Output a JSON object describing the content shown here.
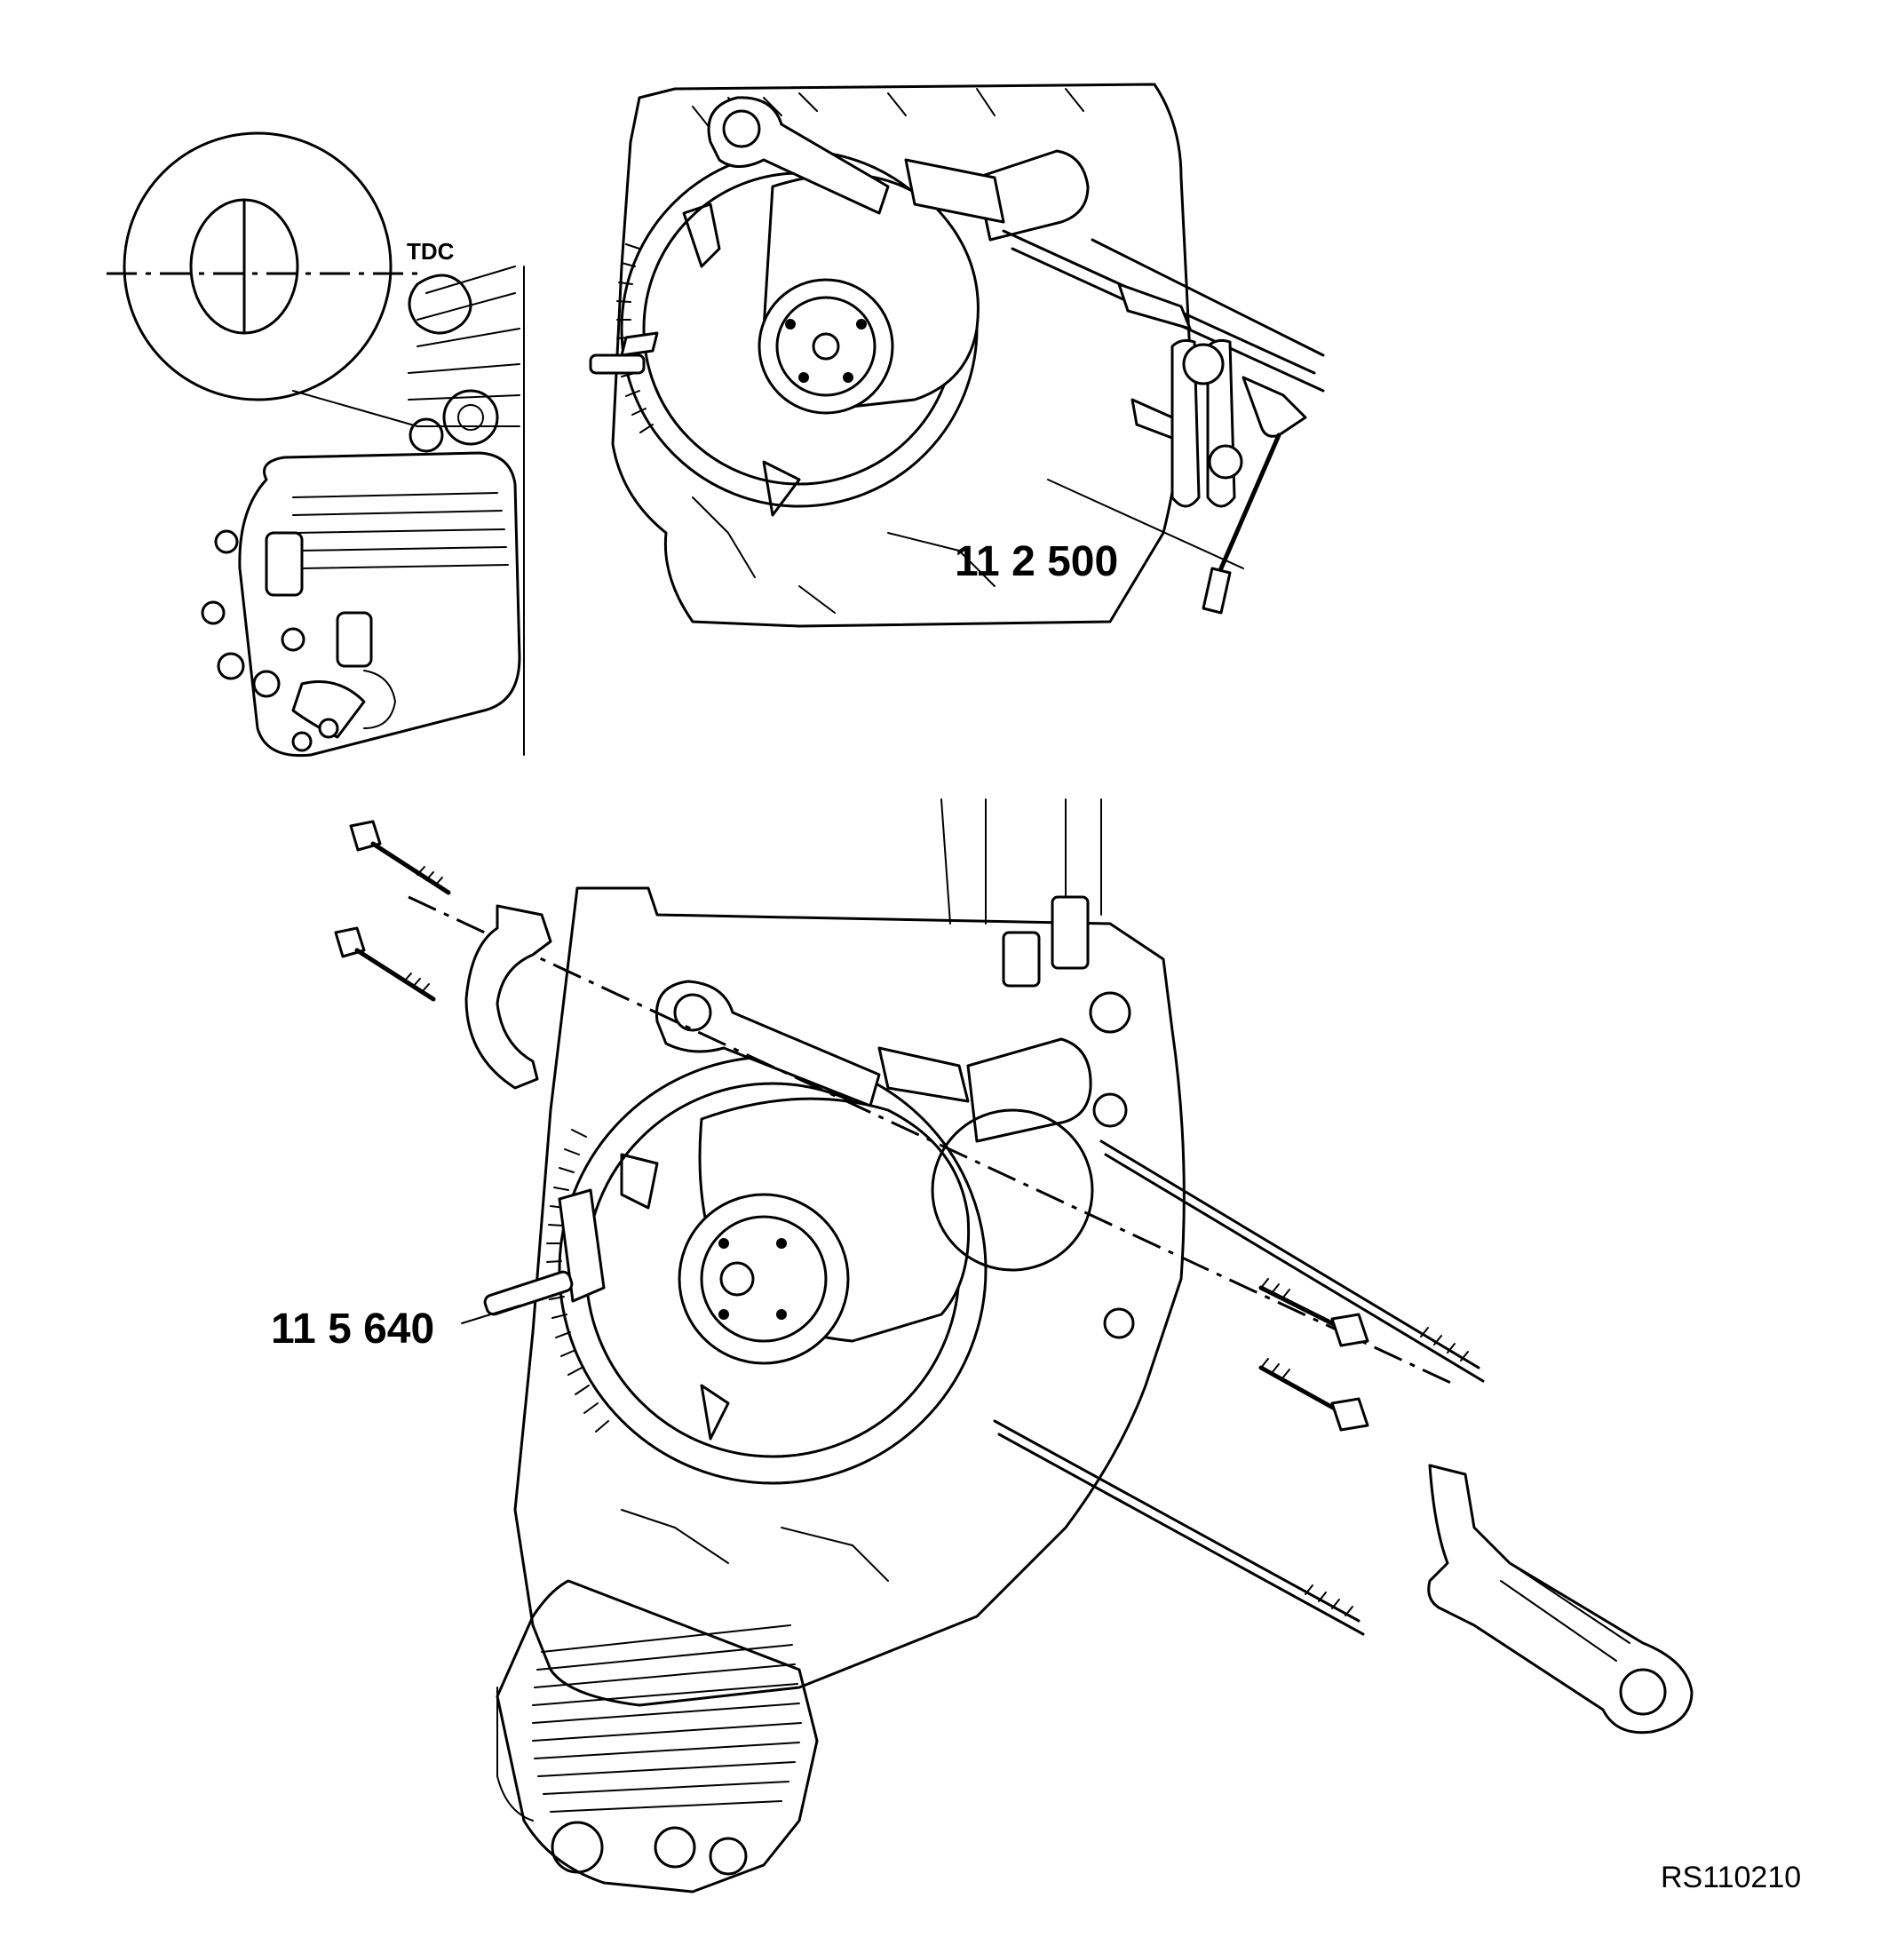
{
  "labels": {
    "tdc": "TDC",
    "tool_top": "11 2 500",
    "tool_bottom": "11 5 640",
    "reference": "RS110210"
  },
  "colors": {
    "line": "#000000",
    "background": "#ffffff"
  }
}
